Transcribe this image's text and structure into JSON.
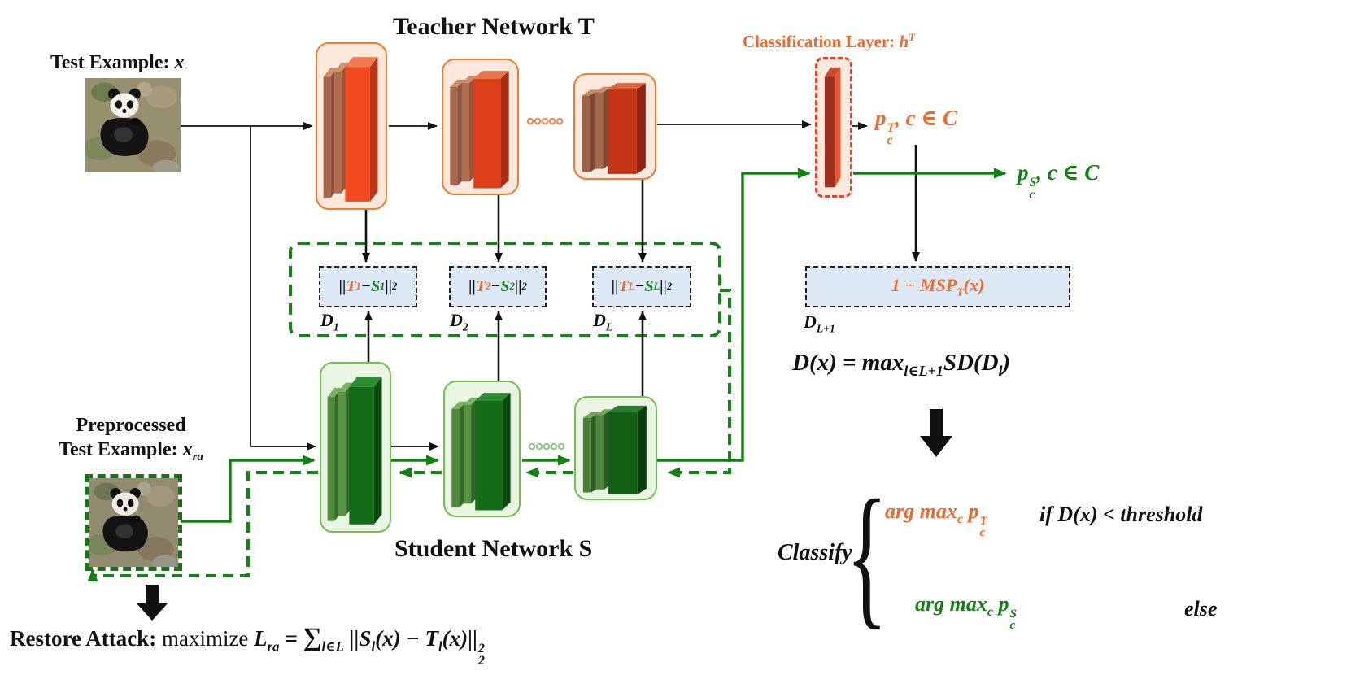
{
  "colors": {
    "orange_accent": "#ED6A2C",
    "green_accent": "#118211",
    "red_dashed_border": "#E8402A",
    "distance_box_fill": "#DCE9F5",
    "teacher_block_border": "#ED7D31",
    "student_block_border": "#72BE50"
  },
  "titles": {
    "teacher": "Teacher Network T",
    "student": "Student Network S"
  },
  "test_example": {
    "label": "Test Example: ",
    "var": "x"
  },
  "preprocessed": {
    "line1": "Preprocessed",
    "label": "Test Example: ",
    "var": "x",
    "var_sub": "ra"
  },
  "classification": {
    "label": "Classification Layer: ",
    "var": "h",
    "var_sup": "T"
  },
  "outputs": {
    "teacher": {
      "base": "p",
      "sup": "T",
      "sub": "c",
      "rest": ", c ∈ C"
    },
    "student": {
      "base": "p",
      "sup": "S",
      "sub": "c",
      "rest": ", c ∈ C"
    }
  },
  "dist_boxes": [
    {
      "open": "||",
      "t": "T",
      "t_sub": "1",
      "minus": " − ",
      "s": "S",
      "s_sub": "1",
      "close": "||",
      "norm": "2",
      "label": "D",
      "label_sub": "1"
    },
    {
      "open": "||",
      "t": "T",
      "t_sub": "2",
      "minus": " − ",
      "s": "S",
      "s_sub": "2",
      "close": "||",
      "norm": "2",
      "label": "D",
      "label_sub": "2"
    },
    {
      "open": "||",
      "t": "T",
      "t_sub": "L",
      "minus": " − ",
      "s": "S",
      "s_sub": "L",
      "close": "||",
      "norm": "2",
      "label": "D",
      "label_sub": "L"
    }
  ],
  "msp_box": {
    "text_pre": "1 − MSP",
    "text_sub": "T",
    "text_post": "(x)",
    "label": "D",
    "label_sub": "L+1"
  },
  "formula_d": {
    "pre": "D(x) = max",
    "pre_sub": "l∈L+1",
    "mid": "SD(D",
    "mid_sub": "l",
    "end": ")"
  },
  "classify": {
    "word": "Classify",
    "rows": [
      {
        "pre": "arg max",
        "pre_sub": "c",
        "p": "p",
        "p_sup": "T",
        "p_sub": "c",
        "cond": "if D(x) < threshold"
      },
      {
        "pre": "arg max",
        "pre_sub": "c",
        "p": "p",
        "p_sup": "S",
        "p_sub": "c",
        "cond": "else"
      }
    ]
  },
  "restore": {
    "title": "Restore Attack:",
    "method": " maximize ",
    "loss": "L",
    "loss_sub": "ra",
    "equals": " = ",
    "sum": "∑",
    "sum_sub": "l∈L",
    "term1": " ||S",
    "term1_sub": "l",
    "term2": "(x) − T",
    "term2_sub": "l",
    "term3": "(x)||",
    "norm_sup": "2",
    "norm_sub": "2"
  }
}
